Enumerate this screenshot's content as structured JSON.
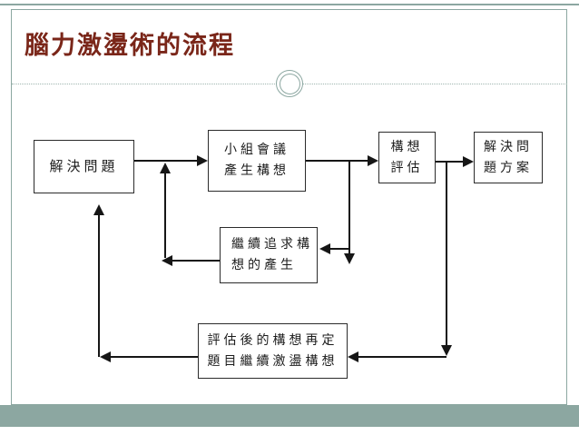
{
  "slide": {
    "title": "腦力激盪術的流程",
    "colors": {
      "accent_teal": "#8CA7A1",
      "divider_teal": "#9FB6B0",
      "title_color": "#7A2619",
      "box_border": "#2B2B2B",
      "connector": "#161616"
    }
  },
  "flowchart": {
    "boxes": [
      {
        "id": "solve-problem",
        "lines": [
          "解決問題"
        ]
      },
      {
        "id": "group-meeting",
        "lines": [
          "小組會議",
          "產生構想"
        ]
      },
      {
        "id": "idea-evaluation",
        "lines": [
          "構想",
          "評估"
        ]
      },
      {
        "id": "solution",
        "lines": [
          "解決問",
          "題方案"
        ]
      },
      {
        "id": "continue-pursuit",
        "lines": [
          "繼續追求構",
          "想的產生"
        ]
      },
      {
        "id": "redefine-brainstorm",
        "lines": [
          "評估後的構想再定",
          "題目繼續激盪構想"
        ]
      }
    ]
  }
}
